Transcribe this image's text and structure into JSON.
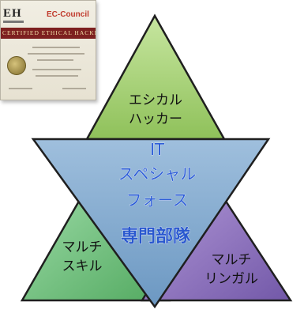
{
  "certificate": {
    "badge_text": "EH",
    "brand_text": "EC-Council",
    "title_text": "CERTIFIED ETHICAL HACKER"
  },
  "diagram": {
    "triangles": [
      {
        "id": "top",
        "lines": [
          "エシカル",
          "ハッカー"
        ]
      },
      {
        "id": "left",
        "lines": [
          "マルチ",
          "スキル"
        ]
      },
      {
        "id": "right",
        "lines": [
          "マルチ",
          "リンガル"
        ]
      }
    ],
    "center": {
      "lines": [
        "IT",
        "スペシャル",
        "フォース"
      ],
      "emphasis": "専門部隊"
    }
  },
  "colors": {
    "top_triangle": "#a6d16e",
    "left_triangle": "#72c77f",
    "right_triangle": "#9476c3",
    "center_triangle": "#7ea5cc",
    "outline": "#1f1f1f",
    "center_text": "#2f5fd8"
  }
}
